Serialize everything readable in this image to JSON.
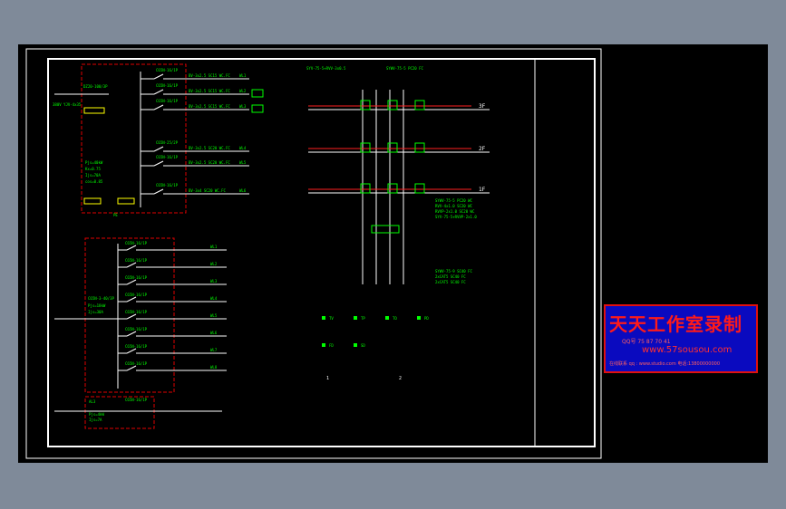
{
  "watermark": {
    "title": "天天工作室录制",
    "line1": "QQ号 75 87 70 41",
    "url": "www.57sousou.com",
    "line3": "在线联系 qq : www.studio.com  电话:13800000000"
  },
  "drawing": {
    "panel_a": {
      "main_switch": "DZ20-100/3P",
      "feeders": [
        "C65N-16/1P",
        "C65N-16/1P",
        "C65N-16/1P",
        "C65N-25/2P",
        "C65N-16/1P",
        "C65N-16/1P"
      ],
      "cables": [
        "BV-3x2.5 SC15 WC.FC",
        "BV-3x2.5 SC15 WC.FC",
        "BV-3x2.5 SC15 WC.FC",
        "BV-3x2.5 SC20 WC.FC",
        "BV-3x2.5 SC20 WC.FC",
        "BV-3x4 SC20 WC.FC"
      ],
      "circuits": [
        "WL1",
        "WL2",
        "WL3",
        "WL4",
        "WL5",
        "WL6"
      ],
      "params": [
        "Pjs=40kW",
        "Kx=0.75",
        "Ijs=70A",
        "cos=0.85"
      ],
      "supply": "380V YJV-4x35",
      "bottom_label": "PE"
    },
    "panel_b": {
      "main_switch": "C65N-3-40/3P",
      "feeders": [
        "C65N-16/1P",
        "C65N-16/1P",
        "C65N-16/1P",
        "C65N-16/1P",
        "C65N-16/1P",
        "C65N-16/1P",
        "C65N-16/1P",
        "C65N-16/1P"
      ],
      "circuits": [
        "WL1",
        "WL2",
        "WL3",
        "WL4",
        "WL5",
        "WL6",
        "WL7",
        "WL8"
      ],
      "params": [
        "Pjs=18kW",
        "Ijs=30A"
      ]
    },
    "panel_c": {
      "feeder": "C65N-16/1P",
      "params": [
        "Pjs=4kW",
        "Ijs=7A"
      ],
      "label": "AL3"
    },
    "riser": {
      "top_cable": "SYV-75-5+RVV-3x0.5",
      "top_cable2": "SYWV-75-5 PC20 FC",
      "floor_labels": [
        "3F",
        "2F",
        "1F"
      ],
      "right_cables": [
        "SYWV-75-5 PC20 WC",
        "RVV-4x1.0 SC20 WC",
        "RVVP-2x1.0 SC20 WC",
        "SYV-75-5+RVVP-2x1.0"
      ],
      "bottom_cables": [
        "SYWV-75-9 SC40 FC",
        "2xCAT5 SC40 FC",
        "2xCAT5 SC40 FC"
      ]
    },
    "legend": {
      "items": [
        "TV",
        "TP",
        "TO",
        "PD",
        "FD",
        "SD"
      ],
      "notes": [
        "1",
        "2"
      ]
    }
  }
}
